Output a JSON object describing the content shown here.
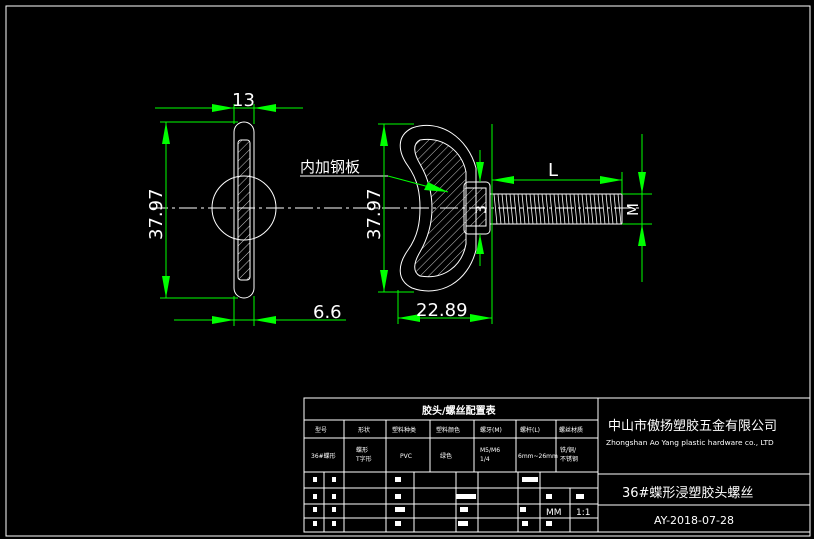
{
  "colors": {
    "background": "#000000",
    "outline": "#ffffff",
    "dimension": "#00ff00"
  },
  "dimensions": {
    "width_top": "13",
    "height_left": "37.97",
    "height_mid": "37.97",
    "offset_bottom": "6.6",
    "width_bottom": "22.89",
    "length": "L",
    "thread": "M"
  },
  "callout": {
    "label": "内加钢板"
  },
  "title_block": {
    "config_table_title": "胶头/螺丝配置表",
    "headers": [
      "型号",
      "形状",
      "塑料种类",
      "塑料颜色",
      "螺牙(M)",
      "螺杆(L)",
      "螺丝材质"
    ],
    "row": [
      "36#蝶形",
      "蝶形\nT字形",
      "PVC",
      "绿色",
      "M5/M6\n1/4",
      "6mm~26mm",
      "铁/铜/\n不锈钢"
    ],
    "company_cn": "中山市傲扬塑胶五金有限公司",
    "company_en": "Zhongshan Ao Yang plastic hardware co., LTD",
    "part_name": "36#蝶形浸塑胶头螺丝",
    "drawing_date": "AY-2018-07-28",
    "unit": "MM",
    "scale": "1:1"
  }
}
